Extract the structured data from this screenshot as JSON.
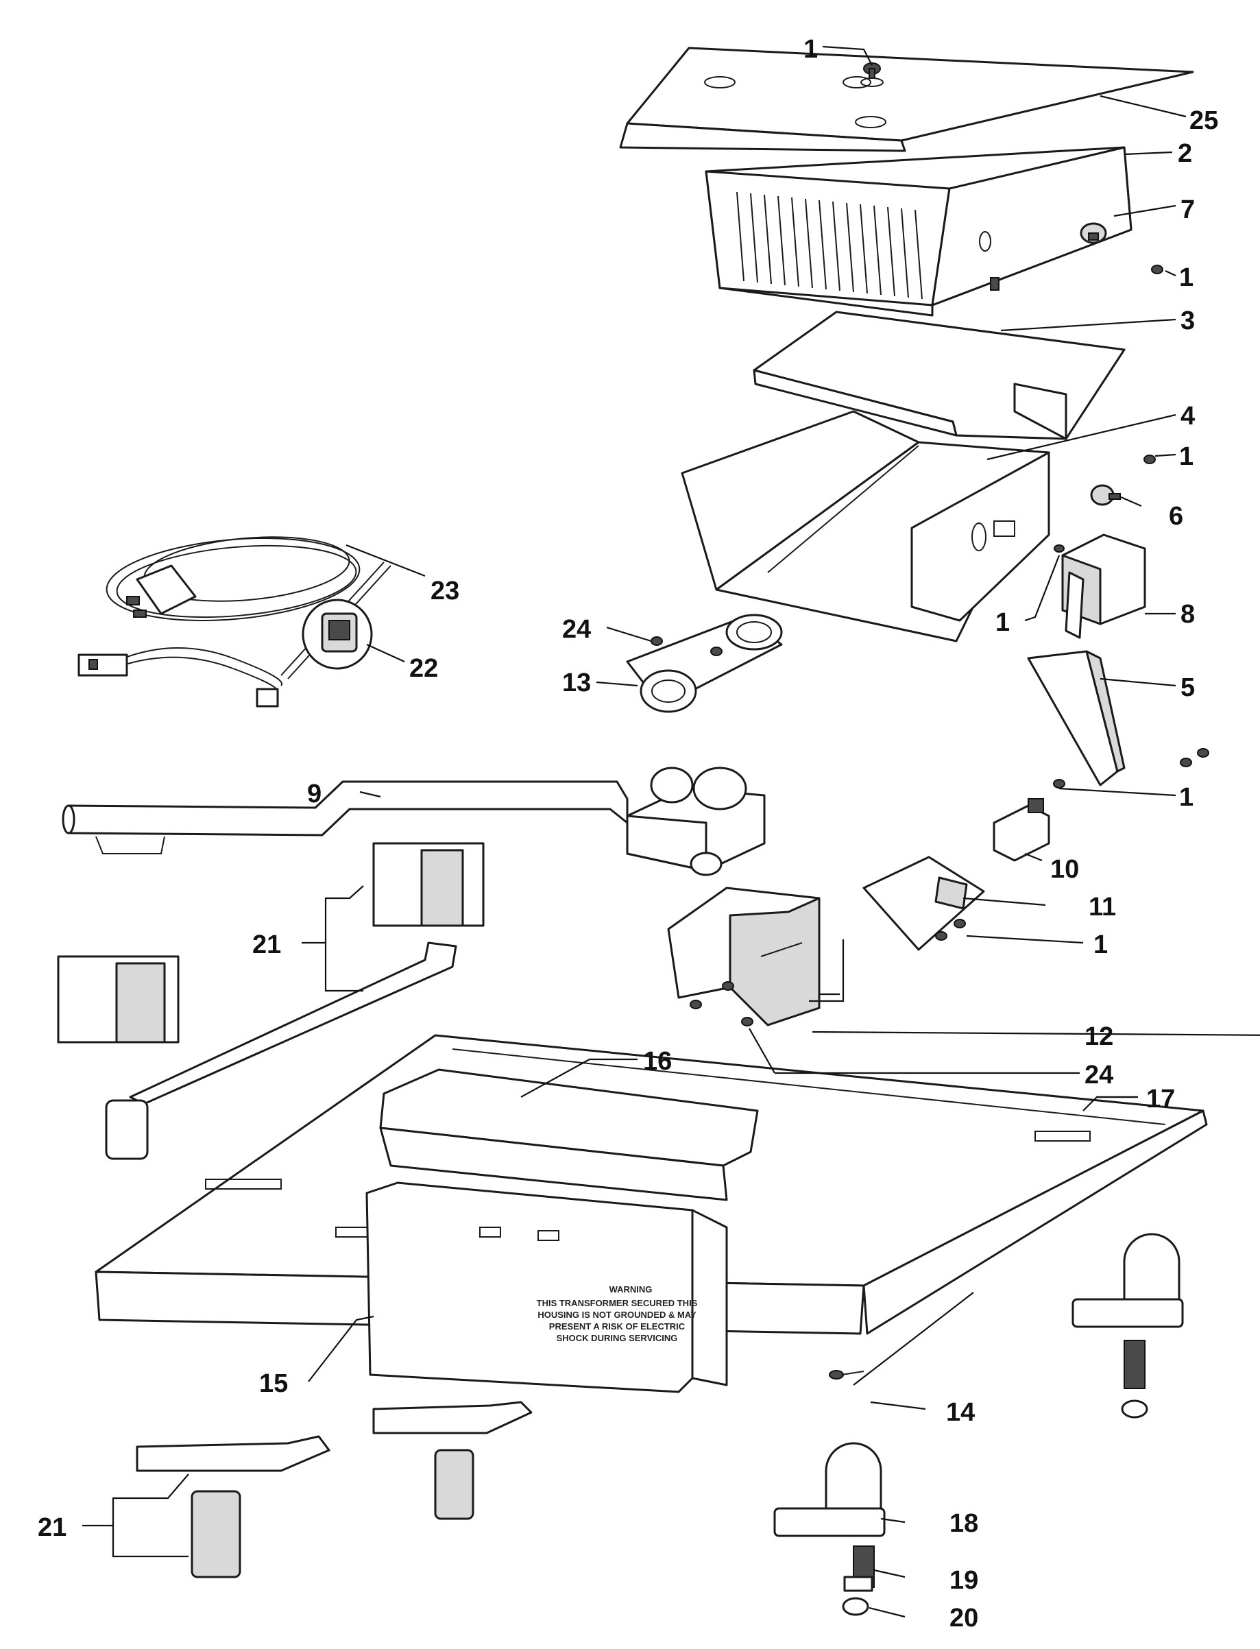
{
  "callouts": {
    "c1a": "1",
    "c25": "25",
    "c2": "2",
    "c7": "7",
    "c1b": "1",
    "c3": "3",
    "c4": "4",
    "c1c": "1",
    "c6": "6",
    "c23": "23",
    "c22": "22",
    "c24a": "24",
    "c13": "13",
    "c1d": "1",
    "c8": "8",
    "c5": "5",
    "c9": "9",
    "c1e": "1",
    "c10": "10",
    "c11": "11",
    "c21a": "21",
    "c1f": "1",
    "c12": "12",
    "c16": "16",
    "c24b": "24",
    "c17": "17",
    "c15": "15",
    "c14": "14",
    "c18": "18",
    "c19": "19",
    "c21b": "21",
    "c20": "20"
  },
  "transformer_warning": {
    "heading": "WARNING",
    "lines": [
      "THIS TRANSFORMER SECURED THIS",
      "HOUSING IS NOT GROUNDED & MAY",
      "PRESENT A RISK OF ELECTRIC",
      "SHOCK DURING SERVICING"
    ]
  }
}
